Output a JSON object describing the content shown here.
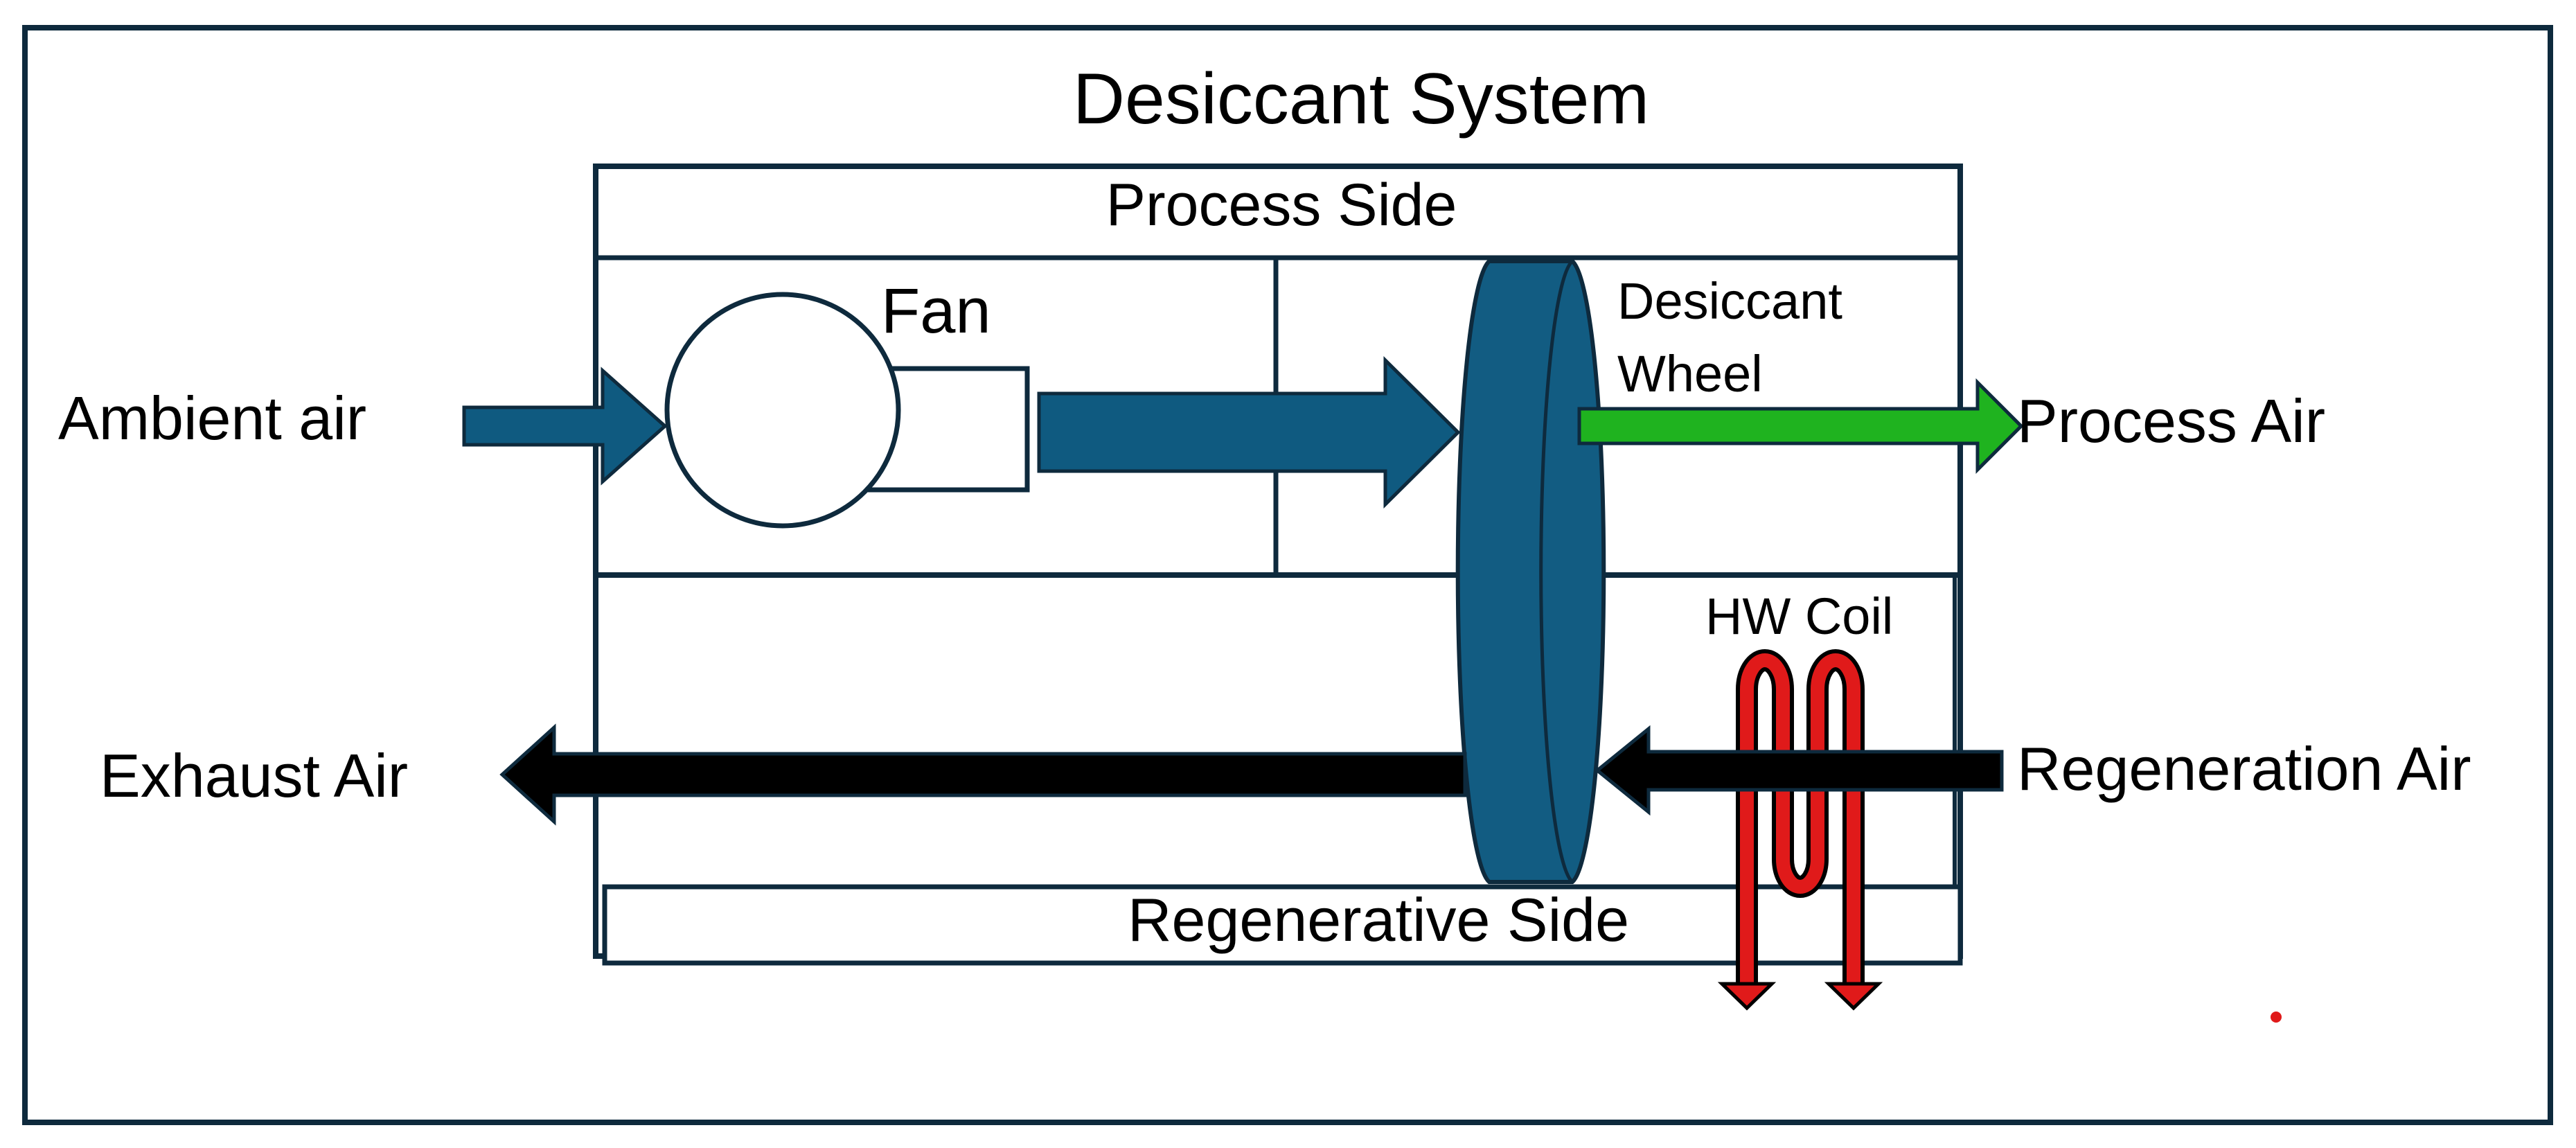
{
  "title": "Desiccant System",
  "process_side_label": "Process Side",
  "regenerative_side_label": "Regenerative Side",
  "fan_label": "Fan",
  "wheel_label_line1": "Desiccant",
  "wheel_label_line2": "Wheel",
  "hw_coil_label": "HW Coil",
  "ambient_air_label": "Ambient air",
  "process_air_label": "Process Air",
  "exhaust_air_label": "Exhaust Air",
  "regeneration_air_label": "Regeneration Air",
  "colors": {
    "frame": "#0e2a3d",
    "process_arrow": "#0f5a80",
    "wheel": "#125c82",
    "process_air_out": "#1fb31f",
    "regen_arrow": "#000000",
    "coil": "#e01a1a"
  }
}
